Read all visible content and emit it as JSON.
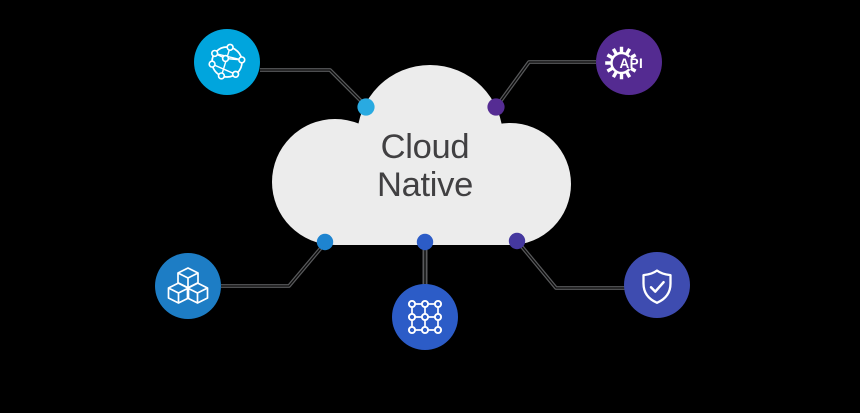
{
  "background_color": "#000000",
  "cloud": {
    "label_line1": "Cloud",
    "label_line2": "Native",
    "fill": "#ececec",
    "text_color": "#414042"
  },
  "connectors": {
    "color": "#58595b",
    "core_color": "#0a0a0a"
  },
  "nodes": [
    {
      "name": "network-mesh",
      "icon": "network-sphere-icon",
      "circle_color": "#00a5dd",
      "dot_color": "#29aae1"
    },
    {
      "name": "api",
      "icon": "api-gear-icon",
      "label": "API",
      "circle_color": "#542b91",
      "dot_color": "#552c93"
    },
    {
      "name": "container-cubes",
      "icon": "stacked-cubes-icon",
      "circle_color": "#1d7dc5",
      "dot_color": "#1e84d0"
    },
    {
      "name": "node-grid",
      "icon": "node-grid-icon",
      "circle_color": "#2c5cc7",
      "dot_color": "#2c5cc7"
    },
    {
      "name": "security-shield",
      "icon": "shield-check-icon",
      "circle_color": "#3e4cb0",
      "dot_color": "#45389f"
    }
  ]
}
